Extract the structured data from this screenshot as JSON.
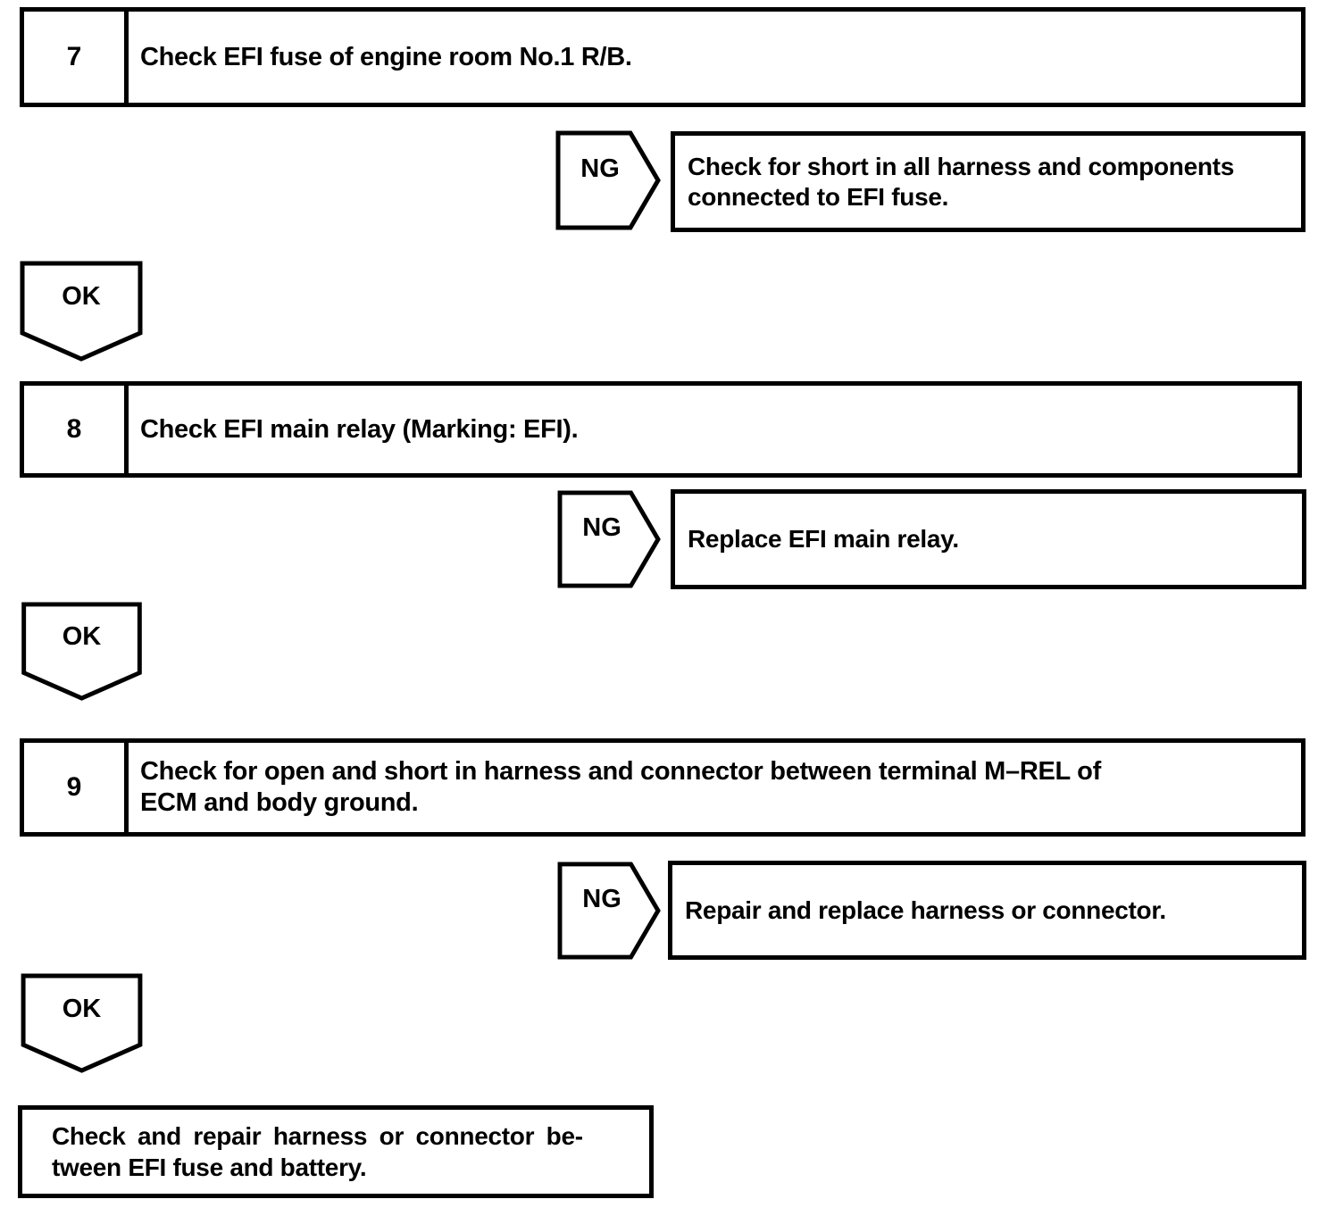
{
  "colors": {
    "ink": "#000000",
    "paper": "#ffffff"
  },
  "flowchart": {
    "ng_label": "NG",
    "ok_label": "OK",
    "steps": [
      {
        "number": "7",
        "lines": [
          "Check EFI fuse of engine room No.1 R/B."
        ]
      },
      {
        "number": "8",
        "lines": [
          "Check EFI main relay (Marking: EFI)."
        ]
      },
      {
        "number": "9",
        "lines": [
          "Check for open and short in harness and connector between terminal M–REL of",
          "ECM and body ground."
        ]
      }
    ],
    "ng_results": [
      {
        "lines": [
          "Check for short in all harness and components",
          "connected to EFI fuse."
        ]
      },
      {
        "lines": [
          "Replace EFI main relay."
        ]
      },
      {
        "lines": [
          "Repair and replace harness or connector."
        ]
      }
    ],
    "final_box": {
      "lines": [
        "Check and repair harness or connector be-",
        "tween EFI fuse and battery."
      ]
    }
  }
}
